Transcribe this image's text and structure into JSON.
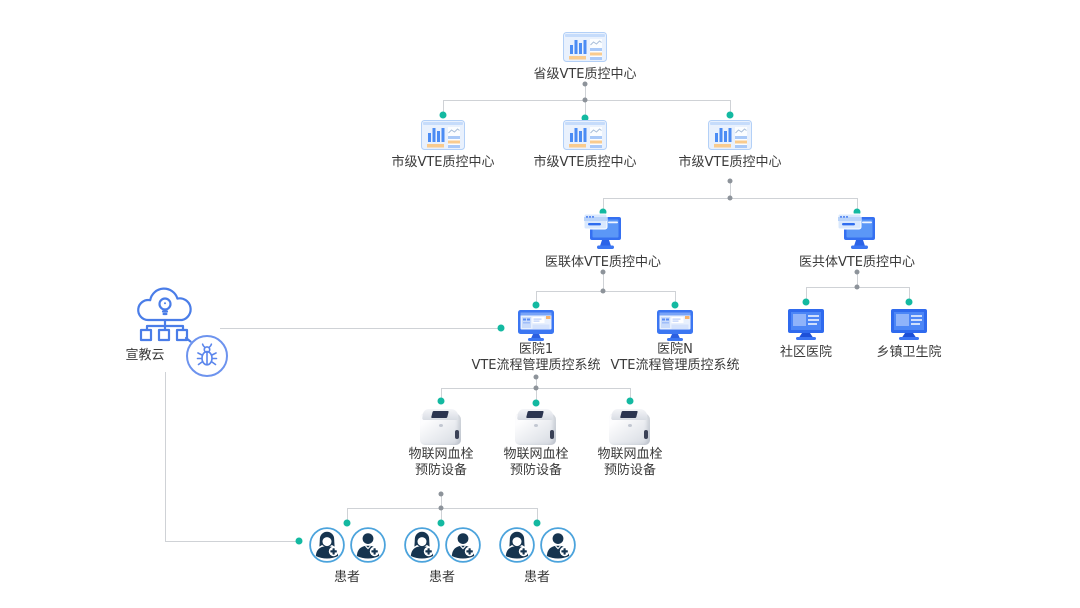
{
  "diagram": {
    "type": "hierarchy-network-diagram",
    "colors": {
      "background": "#ffffff",
      "connector_line": "#cfd2d6",
      "junction_dot": "#8d939a",
      "endpoint_dot": "#13b9a1",
      "label_text": "#3a3a3a",
      "icon_blue": "#3b76f2",
      "icon_light_blue": "#d9e8fd",
      "icon_orange": "#f6b26b",
      "cloud_outline": "#4a7de8",
      "avatar_ring": "#4ba3dc",
      "avatar_silhouette": "#16344f"
    },
    "nodes": {
      "provincial_center": {
        "label": "省级VTE质控中心",
        "icon": "dashboard-chart-icon"
      },
      "municipal_centers": [
        {
          "label": "市级VTE质控中心",
          "icon": "dashboard-chart-icon"
        },
        {
          "label": "市级VTE质控中心",
          "icon": "dashboard-chart-icon"
        },
        {
          "label": "市级VTE质控中心",
          "icon": "dashboard-chart-icon"
        }
      ],
      "medical_alliance_center": {
        "label": "医联体VTE质控中心",
        "icon": "monitor-window-icon"
      },
      "medical_community_center": {
        "label": "医共体VTE质控中心",
        "icon": "monitor-window-icon"
      },
      "hospital_1": {
        "name": "医院1",
        "system": "VTE流程管理质控系统",
        "icon": "hospital-system-monitor-icon"
      },
      "hospital_n": {
        "name": "医院N",
        "system": "VTE流程管理质控系统",
        "icon": "hospital-system-monitor-icon"
      },
      "community_hospital": {
        "label": "社区医院",
        "icon": "desktop-monitor-icon"
      },
      "township_health_center": {
        "label": "乡镇卫生院",
        "icon": "desktop-monitor-icon"
      },
      "iot_devices": [
        {
          "line1": "物联网血栓",
          "line2": "预防设备",
          "icon": "iot-device-icon"
        },
        {
          "line1": "物联网血栓",
          "line2": "预防设备",
          "icon": "iot-device-icon"
        },
        {
          "line1": "物联网血栓",
          "line2": "预防设备",
          "icon": "iot-device-icon"
        }
      ],
      "patient_groups": [
        {
          "label": "患者",
          "icons": [
            "female-medic-avatar-icon",
            "male-patient-avatar-icon"
          ]
        },
        {
          "label": "患者",
          "icons": [
            "female-medic-avatar-icon",
            "male-patient-avatar-icon"
          ]
        },
        {
          "label": "患者",
          "icons": [
            "female-medic-avatar-icon",
            "male-patient-avatar-icon"
          ]
        }
      ],
      "education_cloud": {
        "label": "宣教云",
        "icon": "cloud-network-icon",
        "badge_icon": "bug-icon"
      }
    }
  }
}
